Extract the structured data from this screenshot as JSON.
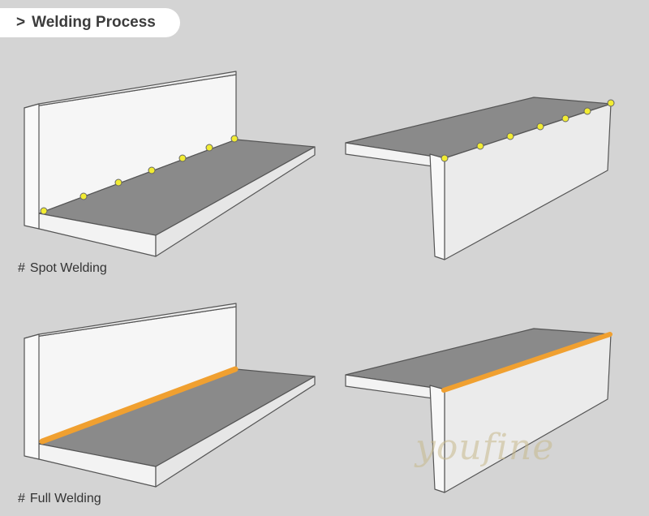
{
  "header": {
    "chevron": ">",
    "title": "Welding Process"
  },
  "captions": {
    "spot": {
      "hash": "#",
      "text": "Spot Welding"
    },
    "full": {
      "hash": "#",
      "text": "Full Welding"
    }
  },
  "watermark": "youfine",
  "colors": {
    "background": "#d4d4d4",
    "panel_face": "#f6f6f6",
    "panel_top": "#8a8a8a",
    "outline": "#555555",
    "weld_dot": "#f2ec32",
    "weld_seam": "#f0a030",
    "title_bg": "#ffffff"
  },
  "weld_points": {
    "spot_left_count": 7,
    "spot_right_count": 7
  }
}
